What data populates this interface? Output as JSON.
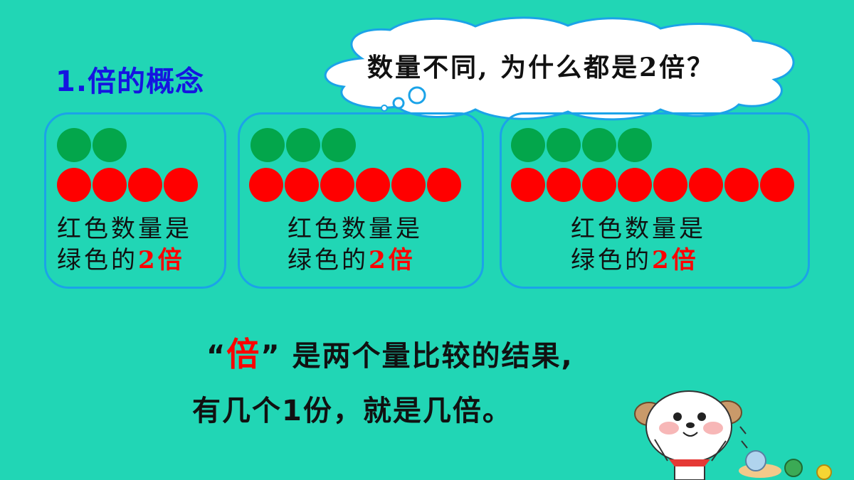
{
  "title": "1.倍的概念",
  "bubble": {
    "text": "数量不同, 为什么都是2倍？"
  },
  "groups": [
    {
      "green_count": 2,
      "red_count": 4,
      "caption_line1": "红色数量是",
      "caption_line2_prefix": "绿色的",
      "caption_highlight": "2倍"
    },
    {
      "green_count": 3,
      "red_count": 6,
      "caption_line1": "红色数量是",
      "caption_line2_prefix": "绿色的",
      "caption_highlight": "2倍"
    },
    {
      "green_count": 4,
      "red_count": 8,
      "caption_line1": "红色数量是",
      "caption_line2_prefix": "绿色的",
      "caption_highlight": "2倍"
    }
  ],
  "conclusion": {
    "open_quote": "“",
    "key": "倍",
    "line1_rest": "” 是两个量比较的结果,",
    "line2": "有几个1份，就是几倍。"
  },
  "colors": {
    "background": "#21D6B5",
    "green": "#03A64B",
    "red": "#FF0000",
    "border": "#1BA3E8",
    "title": "#1515E0"
  }
}
